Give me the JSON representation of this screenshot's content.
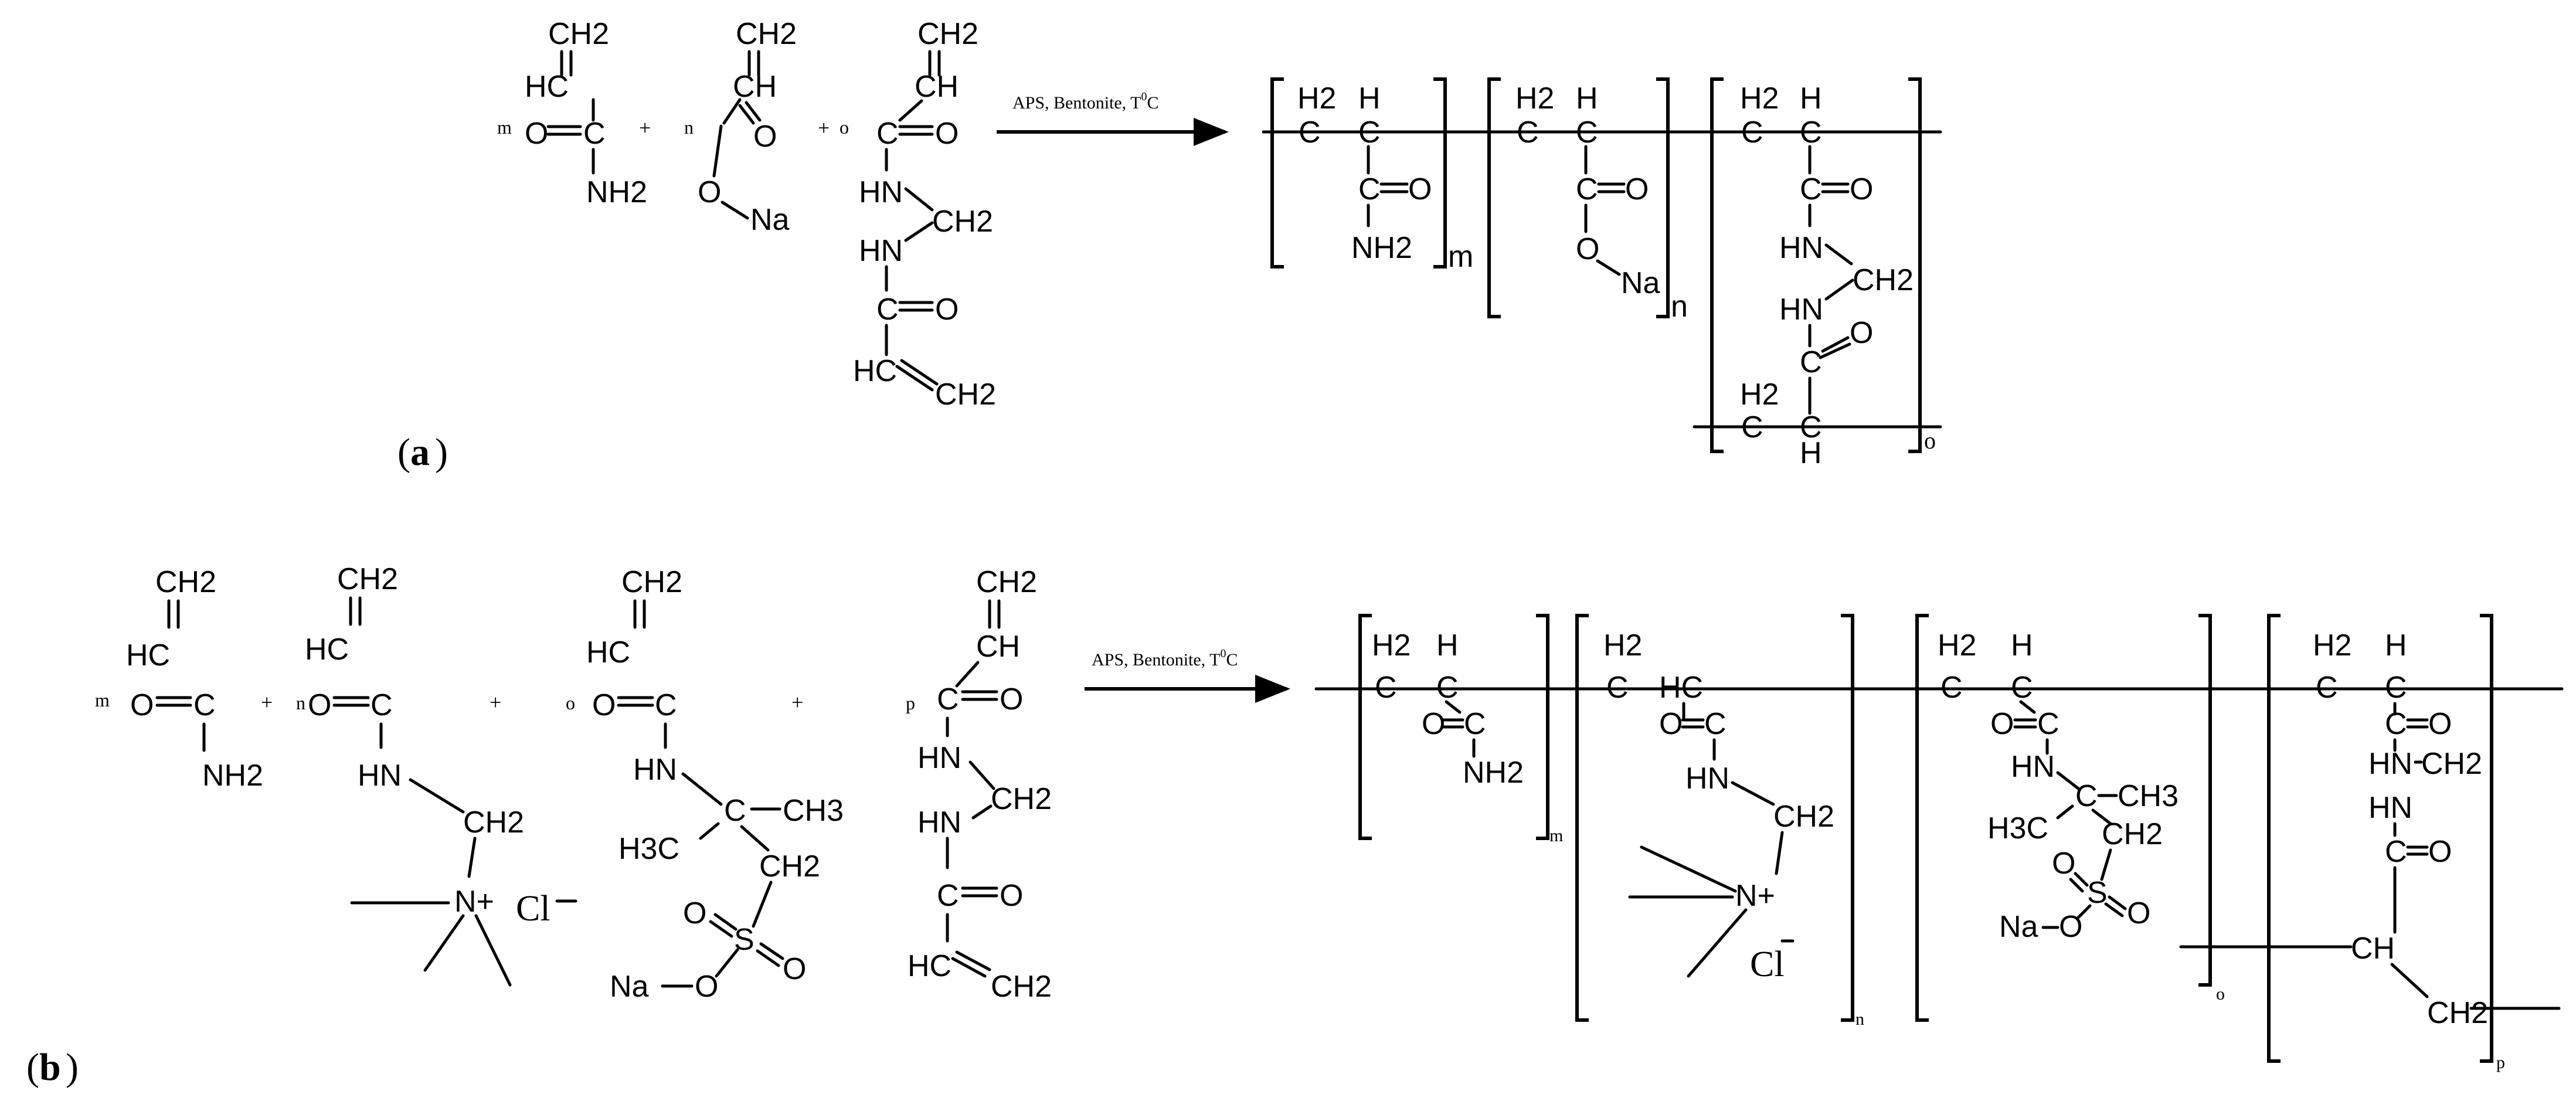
{
  "colors": {
    "oxygen": "#ff0000",
    "amine": "#0000ff",
    "amide_nh": "#00ff00",
    "ink": "#000000",
    "background": "#ffffff"
  },
  "panel_a": {
    "label_open": "(",
    "label": "a",
    "label_close": ")",
    "coefficients": {
      "m": "m",
      "n": "n",
      "o": "o"
    },
    "plus": "+",
    "condition": "APS, Bentonite, T",
    "condition_sup": "0",
    "condition_unit": "C",
    "groups": {
      "ch2": "CH2",
      "h2": "H2",
      "hc": "HC",
      "ch": "CH",
      "c": "C",
      "h": "H",
      "o": "O",
      "nh2": "NH2",
      "hn": "HN",
      "na": "Na"
    },
    "subscripts": {
      "m": "m",
      "n": "n",
      "o": "o"
    }
  },
  "panel_b": {
    "label_open": "(",
    "label": "b",
    "label_close": ")",
    "coefficients": {
      "m": "m",
      "n": "n",
      "o": "o",
      "p": "p"
    },
    "plus": "+",
    "condition": "APS, Bentonite, T",
    "condition_sup": "0",
    "condition_unit": "C",
    "groups": {
      "ch2": "CH2",
      "h2": "H2",
      "hc": "HC",
      "ch": "CH",
      "ch3": "CH3",
      "h3c": "H3C",
      "c": "C",
      "h": "H",
      "o": "O",
      "s": "S",
      "nh2": "NH2",
      "hn": "HN",
      "n_plus": "N+",
      "cl": "Cl",
      "na": "Na"
    },
    "subscripts": {
      "m": "m",
      "n": "n",
      "o": "o",
      "p": "p"
    }
  }
}
